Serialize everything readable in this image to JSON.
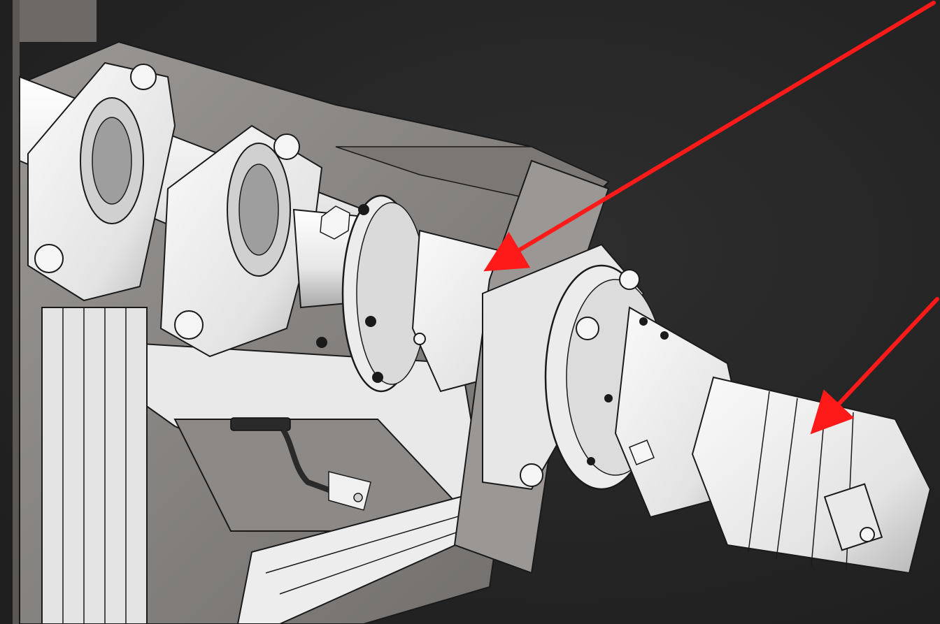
{
  "scene": {
    "subject": "shaft-bearing-coupling-motor-assembly",
    "colors": {
      "background": "#262626",
      "part_fill": "#f2f2f2",
      "part_shade": "#c9c9c9",
      "plate_gray": "#8a8784",
      "edge": "#1a1a1a",
      "arrow": "#ff1a1a"
    }
  },
  "callouts": [
    {
      "id": "coupling",
      "target": "coupling-housing"
    },
    {
      "id": "motor",
      "target": "hydraulic-motor"
    }
  ]
}
